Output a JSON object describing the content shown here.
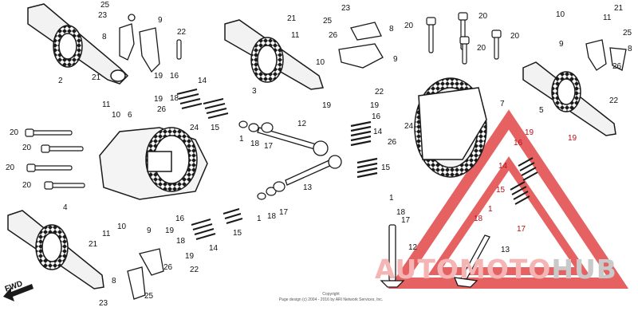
{
  "diagram": {
    "labels": [
      "1",
      "2",
      "3",
      "4",
      "5",
      "6",
      "7",
      "8",
      "9",
      "10",
      "11",
      "12",
      "13",
      "14",
      "15",
      "16",
      "17",
      "18",
      "19",
      "20",
      "21",
      "22",
      "23",
      "24",
      "25",
      "26"
    ],
    "colors": {
      "line": "#1a1a1a",
      "brand_red": "#e03a3a",
      "brand_red_light": "#f5b5b5",
      "brand_gray": "#c9c9c9"
    }
  },
  "direction_label": "FWD",
  "copyright": {
    "line1": "Copyright",
    "line2": "Page design (c) 2004 - 2016 by ARI Network Services, Inc."
  },
  "watermark": {
    "word1": "AUTOMOTO",
    "word2": "HUB"
  }
}
